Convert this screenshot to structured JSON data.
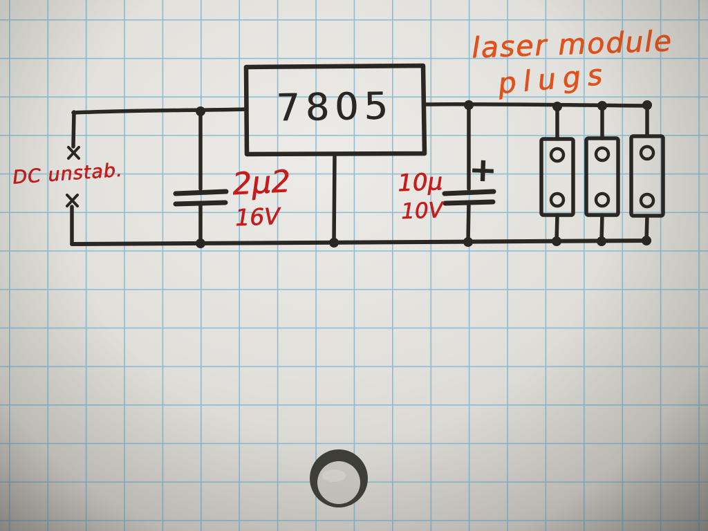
{
  "schematic": {
    "regulator": {
      "label": "7805"
    },
    "input": {
      "label": "DC unstab."
    },
    "input_capacitor": {
      "value": "2µ2",
      "voltage": "16V"
    },
    "output_capacitor": {
      "value": "10µ",
      "voltage": "10V",
      "polarity": "+"
    },
    "plugs": {
      "label_line1": "laser module",
      "label_line2": "plugs",
      "count": "3"
    },
    "colors": {
      "ink": "#2a2622",
      "red_marker": "#c41d1b",
      "orange_marker": "#e0521c",
      "grid_blue": "#72b4d3",
      "paper": "#e2e0db"
    }
  }
}
